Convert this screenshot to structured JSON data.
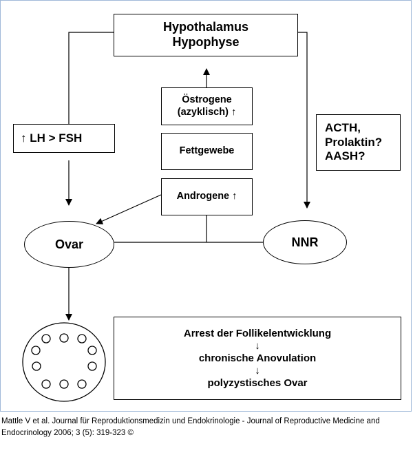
{
  "nodes": {
    "hypothalamus": {
      "line1": "Hypothalamus",
      "line2": "Hypophyse"
    },
    "oestrogene": {
      "line1": "Östrogene",
      "line2": "(azyklisch) ↑"
    },
    "fettgewebe": {
      "label": "Fettgewebe"
    },
    "androgene": {
      "label": "Androgene ↑"
    },
    "lh_fsh": {
      "label": "↑ LH > FSH"
    },
    "acth": {
      "line1": "ACTH,",
      "line2": "Prolaktin?",
      "line3": "AASH?"
    },
    "ovar": {
      "label": "Ovar"
    },
    "nnr": {
      "label": "NNR"
    },
    "outcome": {
      "line1": "Arrest der Follikelentwicklung",
      "arrow1": "↓",
      "line2": "chronische Anovulation",
      "arrow2": "↓",
      "line3": "polyzystisches Ovar"
    }
  },
  "caption": "Mattle V et al. Journal für Reproduktionsmedizin und Endokrinologie - Journal of Reproductive Medicine and Endocrinology 2006; 3 (5): 319-323 ©"
}
